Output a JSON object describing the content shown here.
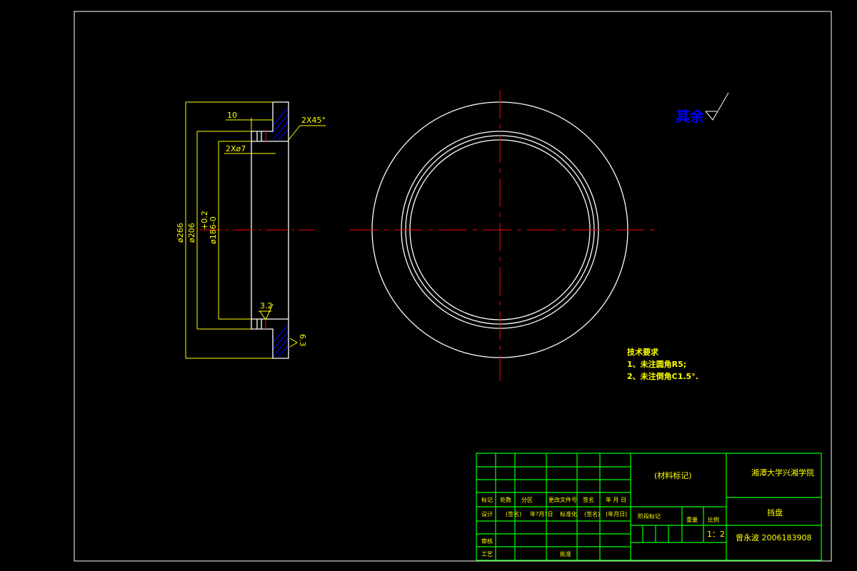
{
  "colors": {
    "background": "#000000",
    "outline": "#ffffff",
    "centerline": "#ff0000",
    "dimension": "#ffff00",
    "hatch": "#0000ff",
    "title_grid": "#00ff00",
    "roughness_note": "#0000ff"
  },
  "roughness_note": {
    "text": "其余",
    "symbol": "roughness-check-icon"
  },
  "dimensions": {
    "d266": "ø266",
    "d206": "ø206",
    "d186": "ø186-0",
    "tol": "+0.2",
    "len10": "10",
    "holes": "2Xø7",
    "chamfer": "2X45°",
    "rough32": "3.2",
    "rough63": "6.3"
  },
  "technical_requirements": {
    "title": "技术要求",
    "items": [
      "1、未注圆角R5;",
      "2、未注倒角C1.5°."
    ]
  },
  "title_block": {
    "material": "(材料标记)",
    "school": "湘潭大学兴湘学院",
    "part_name": "挡盘",
    "scale": "1：2",
    "student": "曾永波 2006183908",
    "labels": {
      "mark": "标记",
      "count": "处数",
      "zone": "分区",
      "doc_no": "更改文件号",
      "sign": "签名",
      "date": "年 月 日",
      "design": "设计",
      "sign2": "(签名)",
      "date2": "年?月?日",
      "standard": "标准化",
      "sign3": "(签名)",
      "date3": "(年月日)",
      "stage_mark": "阶段标记",
      "weight": "重量",
      "ratio": "比例",
      "review": "审核",
      "process": "工艺",
      "approve": "批准"
    }
  }
}
